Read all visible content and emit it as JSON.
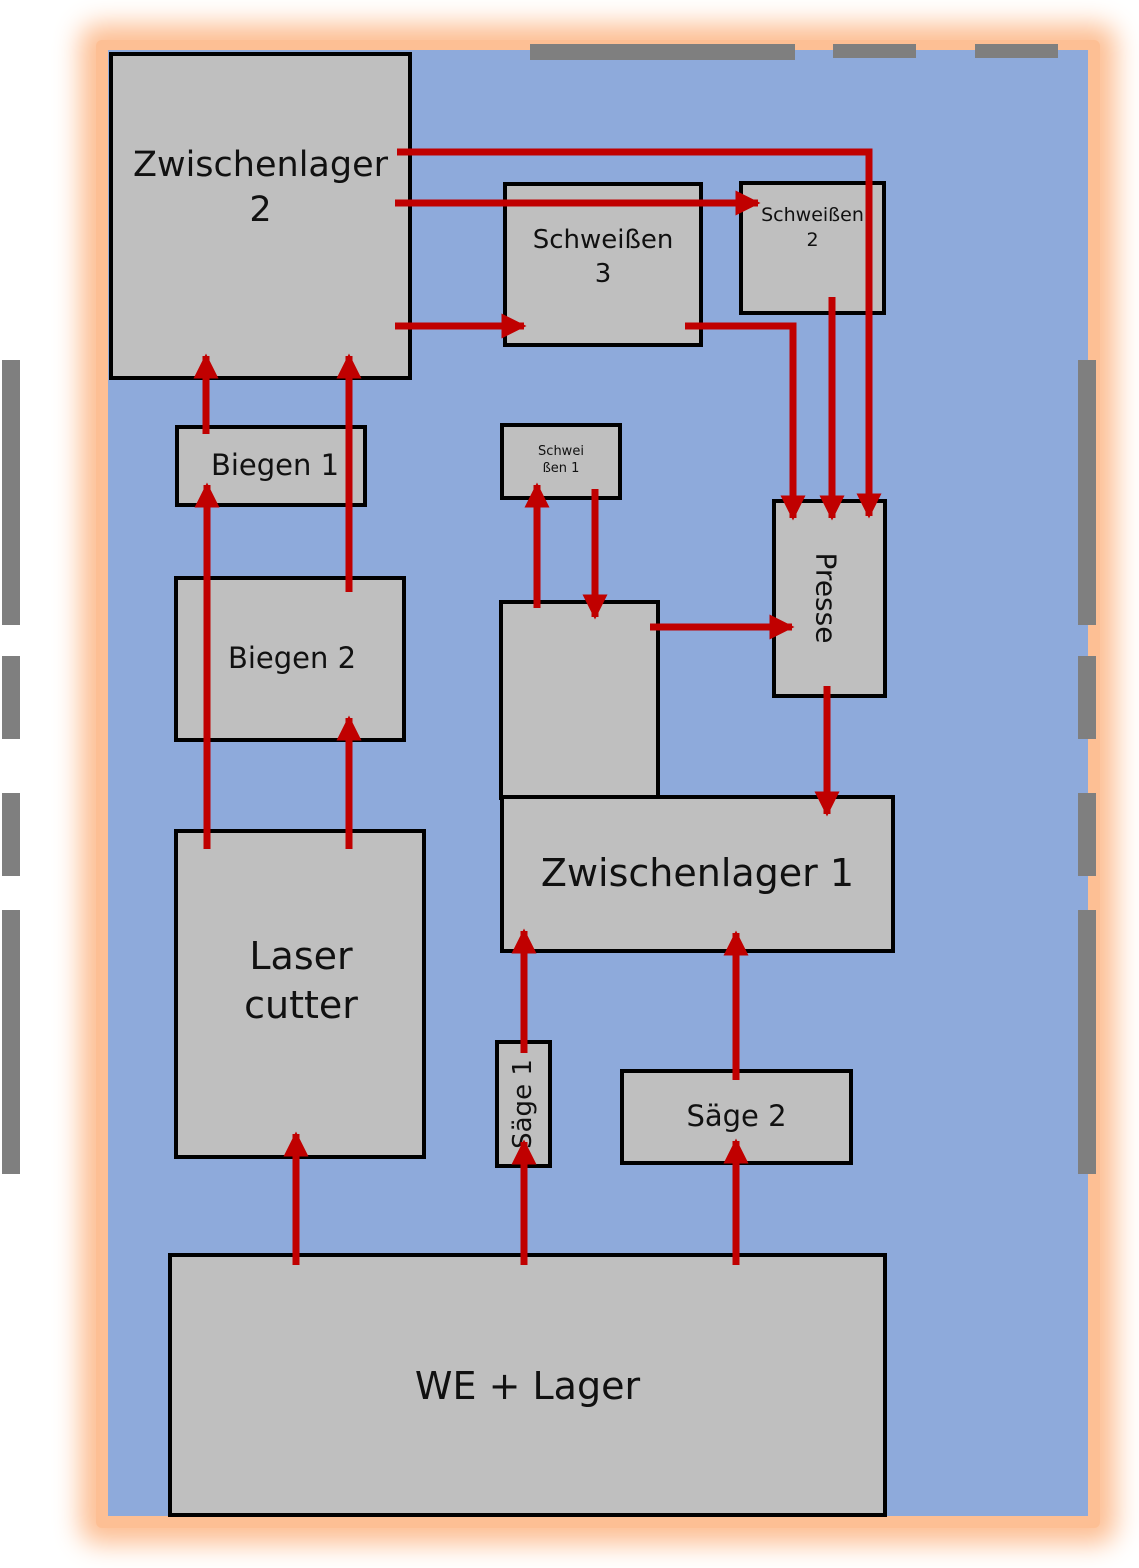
{
  "colors": {
    "hall": "#8eaadb",
    "station": "#bfbfbf",
    "flow": "#c00000",
    "glow": "#fdbf94",
    "wall": "#7f7f7f"
  },
  "stations": {
    "zwischenlager2": "Zwischenlager\n2",
    "schweissen3": "Schweißen\n3",
    "schweissen2": "Schweißen\n2",
    "biegen1": "Biegen 1",
    "schweissen1": "Schwei\nßen 1",
    "presse": "Presse",
    "biegen2": "Biegen 2",
    "zwischenlager1": "Zwischenlager 1",
    "lasercutter": "Laser\ncutter",
    "saege1": "Säge 1",
    "saege2": "Säge 2",
    "we_lager": "WE + Lager",
    "unlabeled": ""
  },
  "flows": [
    {
      "from": "zwischenlager2",
      "to": "presse"
    },
    {
      "from": "zwischenlager2",
      "to": "schweissen2"
    },
    {
      "from": "zwischenlager2",
      "to": "schweissen3"
    },
    {
      "from": "schweissen3",
      "to": "presse"
    },
    {
      "from": "schweissen2",
      "to": "presse"
    },
    {
      "from": "biegen1",
      "to": "zwischenlager2"
    },
    {
      "from": "biegen2",
      "to": "zwischenlager2"
    },
    {
      "from": "lasercutter",
      "to": "biegen1"
    },
    {
      "from": "lasercutter",
      "to": "biegen2"
    },
    {
      "from": "unlabeled",
      "to": "schweissen1"
    },
    {
      "from": "schweissen1",
      "to": "unlabeled"
    },
    {
      "from": "unlabeled",
      "to": "presse"
    },
    {
      "from": "presse",
      "to": "zwischenlager1"
    },
    {
      "from": "saege1",
      "to": "zwischenlager1"
    },
    {
      "from": "saege2",
      "to": "zwischenlager1"
    },
    {
      "from": "we_lager",
      "to": "lasercutter"
    },
    {
      "from": "we_lager",
      "to": "saege1"
    },
    {
      "from": "we_lager",
      "to": "saege2"
    }
  ]
}
